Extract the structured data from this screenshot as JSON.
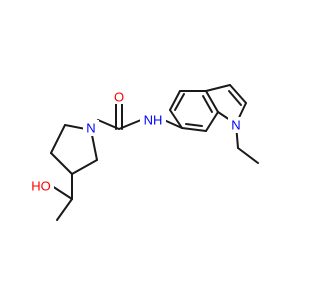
{
  "colors": {
    "bond": "#1a1a1a",
    "oxygen": "#ff0000",
    "nitrogen": "#0000ff",
    "background": "#ffffff"
  },
  "atoms": {
    "carbonyl_o": "O",
    "amide_nh": "NH",
    "pyrrolidine_n": "N",
    "indole_n": "N",
    "hydroxyl": "HO"
  }
}
